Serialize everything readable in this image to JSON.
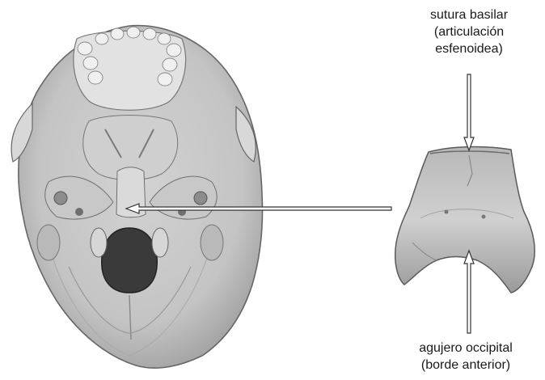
{
  "labels": {
    "top": [
      "sutura basilar",
      "(articulación",
      "esfenoidea)"
    ],
    "bottom": [
      "agujero occipital",
      "(borde anterior)"
    ]
  },
  "colors": {
    "bone_light": "#e6e6e6",
    "bone_mid": "#bdbdbd",
    "bone_dark": "#7a7a7a",
    "outline": "#555555",
    "foramen": "#3a3a3a",
    "arrow": "#333333",
    "text": "#1a1a1a"
  },
  "icons": {
    "skull": "skull-base-inferior-view",
    "bone": "basilar-occipital-bone"
  }
}
